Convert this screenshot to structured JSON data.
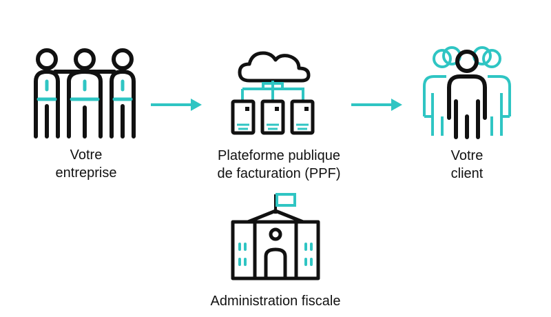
{
  "colors": {
    "ink": "#111111",
    "accent": "#2fc5c3",
    "background": "#ffffff"
  },
  "nodes": {
    "company": {
      "label": "Votre\nentreprise",
      "icon": "team-group-icon"
    },
    "platform": {
      "label": "Plateforme publique\nde facturation (PPF)",
      "icon": "cloud-servers-icon"
    },
    "client": {
      "label": "Votre\nclient",
      "icon": "client-crowd-icon"
    },
    "tax": {
      "label": "Administration fiscale",
      "icon": "government-building-icon"
    }
  },
  "edges": [
    {
      "from": "company",
      "to": "platform"
    },
    {
      "from": "platform",
      "to": "client"
    }
  ]
}
